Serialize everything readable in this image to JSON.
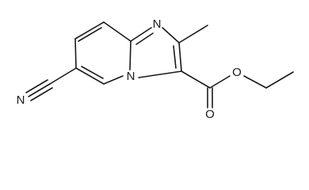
{
  "molecule": {
    "atoms": {
      "n_imidazole": "N",
      "n_bridgehead": "N",
      "o_carbonyl": "O",
      "o_ester": "O",
      "n_nitrile": "N"
    }
  }
}
